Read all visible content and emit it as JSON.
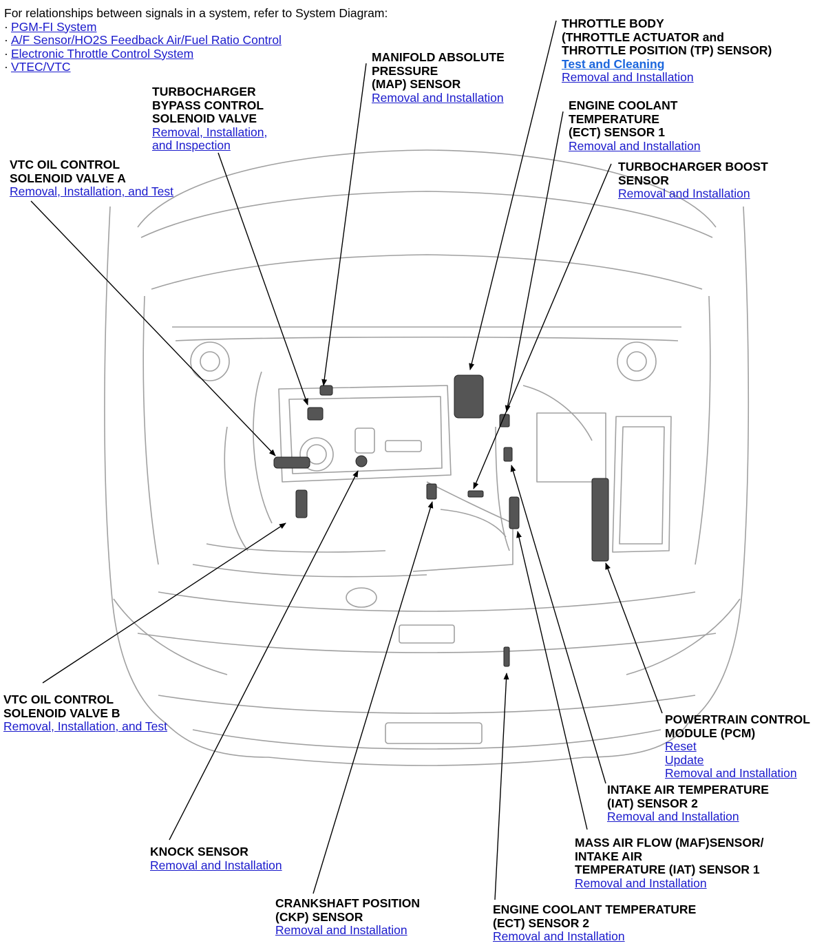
{
  "intro": {
    "text": "For relationships between signals in a system, refer to System Diagram:",
    "bullet": "·",
    "links": [
      "PGM-FI System",
      "A/F Sensor/HO2S Feedback Air/Fuel Ratio Control",
      "Electronic Throttle Control System",
      "VTEC/VTC"
    ]
  },
  "labels": {
    "map": {
      "title": [
        "MANIFOLD ABSOLUTE",
        "PRESSURE",
        "(MAP) SENSOR"
      ],
      "links": [
        "Removal and Installation"
      ]
    },
    "throttle": {
      "title": [
        "THROTTLE BODY",
        "(THROTTLE ACTUATOR and",
        "THROTTLE POSITION (TP) SENSOR)"
      ],
      "links": [
        "Test and Cleaning",
        "Removal and Installation"
      ]
    },
    "bypass": {
      "title": [
        "TURBOCHARGER",
        "BYPASS CONTROL",
        "SOLENOID VALVE"
      ],
      "links": [
        "Removal, Installation,",
        "and Inspection"
      ]
    },
    "ect1": {
      "title": [
        "ENGINE COOLANT",
        "TEMPERATURE",
        "(ECT) SENSOR 1"
      ],
      "links": [
        "Removal and Installation"
      ]
    },
    "vtcA": {
      "title": [
        "VTC OIL CONTROL",
        "SOLENOID VALVE A"
      ],
      "links": [
        "Removal, Installation, and Test"
      ]
    },
    "boost": {
      "title": [
        "TURBOCHARGER BOOST",
        "SENSOR"
      ],
      "links": [
        "Removal and Installation"
      ]
    },
    "vtcB": {
      "title": [
        "VTC OIL CONTROL",
        "SOLENOID VALVE B"
      ],
      "links": [
        "Removal, Installation, and Test"
      ]
    },
    "pcm": {
      "title": [
        "POWERTRAIN CONTROL",
        "MODULE (PCM)"
      ],
      "links": [
        "Reset",
        "Update",
        "Removal and Installation"
      ]
    },
    "iat2": {
      "title": [
        "INTAKE AIR TEMPERATURE",
        "(IAT) SENSOR 2"
      ],
      "links": [
        "Removal and Installation"
      ]
    },
    "knock": {
      "title": [
        "KNOCK SENSOR"
      ],
      "links": [
        "Removal and Installation"
      ]
    },
    "maf": {
      "title": [
        "MASS AIR FLOW (MAF)SENSOR/",
        "INTAKE AIR",
        "TEMPERATURE (IAT) SENSOR 1"
      ],
      "links": [
        "Removal and Installation"
      ]
    },
    "ckp": {
      "title": [
        "CRANKSHAFT POSITION",
        "(CKP) SENSOR"
      ],
      "links": [
        "Removal and Installation"
      ]
    },
    "ect2": {
      "title": [
        "ENGINE COOLANT TEMPERATURE",
        "(ECT) SENSOR 2"
      ],
      "links": [
        "Removal and Installation"
      ]
    }
  },
  "colors": {
    "link": "#1a1acc",
    "link_highlight": "#1a66dd",
    "line": "#000000",
    "drawing": "#9a9a9a",
    "component": "#444444"
  }
}
